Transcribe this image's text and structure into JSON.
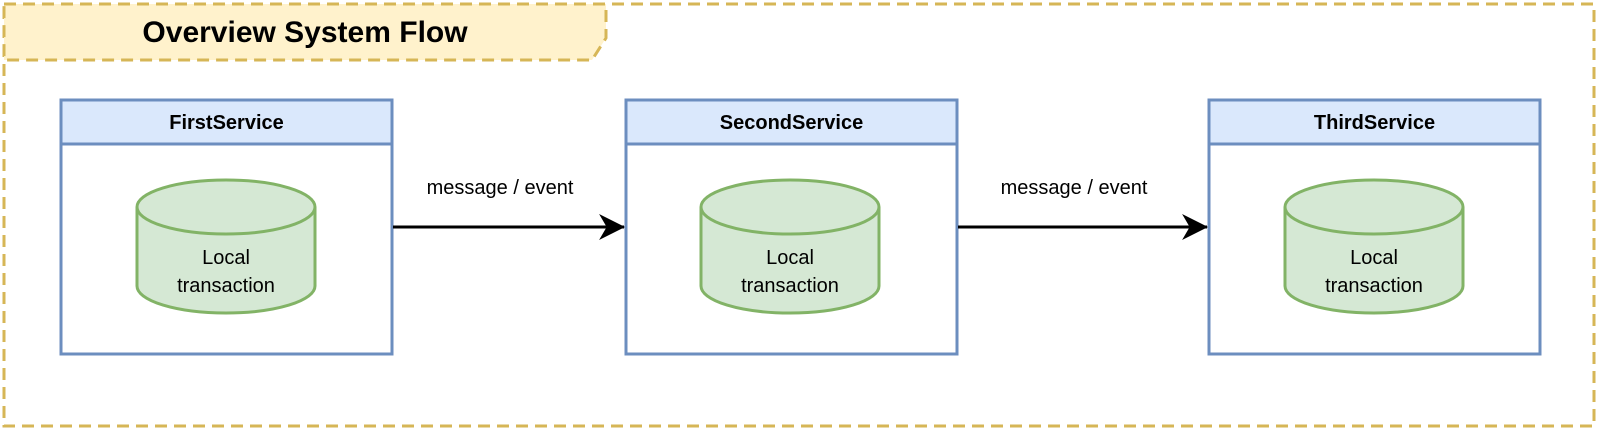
{
  "frame": {
    "title": "Overview System Flow",
    "colors": {
      "border": "#d6b656",
      "title_fill": "#fff2cc"
    }
  },
  "colors": {
    "service_border": "#6c8ebf",
    "service_header_fill": "#dae8fc",
    "db_border": "#82b366",
    "db_fill": "#d5e8d4",
    "edge": "#000000"
  },
  "services": [
    {
      "title": "FirstService",
      "db_line1": "Local",
      "db_line2": "transaction"
    },
    {
      "title": "SecondService",
      "db_line1": "Local",
      "db_line2": "transaction"
    },
    {
      "title": "ThirdService",
      "db_line1": "Local",
      "db_line2": "transaction"
    }
  ],
  "edges": [
    {
      "label": "message / event"
    },
    {
      "label": "message / event"
    }
  ]
}
